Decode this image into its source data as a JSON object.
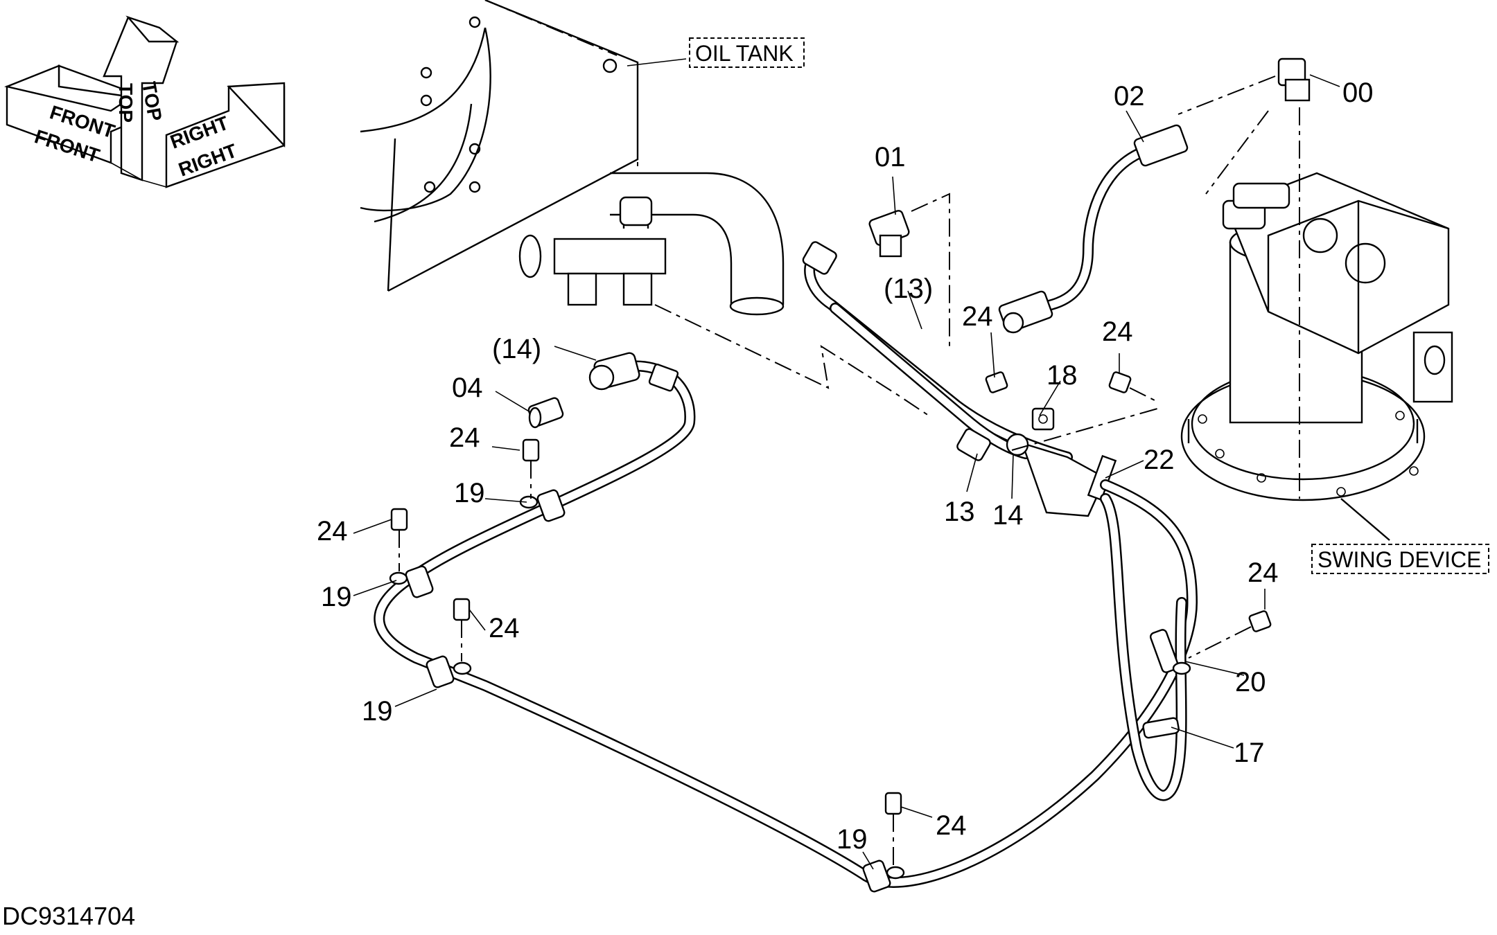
{
  "diagram": {
    "doc_id": "DC9314704",
    "orientation": {
      "front": "FRONT",
      "top": "TOP",
      "right": "RIGHT"
    },
    "boxed_labels": {
      "oil_tank": "OIL TANK",
      "swing_device": "SWING DEVICE"
    },
    "callouts": [
      {
        "id": "c00",
        "text": "00"
      },
      {
        "id": "c01",
        "text": "01"
      },
      {
        "id": "c02",
        "text": "02"
      },
      {
        "id": "c04",
        "text": "04"
      },
      {
        "id": "c13p",
        "text": "(13)"
      },
      {
        "id": "c14p",
        "text": "(14)"
      },
      {
        "id": "c13",
        "text": "13"
      },
      {
        "id": "c14",
        "text": "14"
      },
      {
        "id": "c17",
        "text": "17"
      },
      {
        "id": "c18",
        "text": "18"
      },
      {
        "id": "c19a",
        "text": "19"
      },
      {
        "id": "c19b",
        "text": "19"
      },
      {
        "id": "c19c",
        "text": "19"
      },
      {
        "id": "c19d",
        "text": "19"
      },
      {
        "id": "c20",
        "text": "20"
      },
      {
        "id": "c22",
        "text": "22"
      },
      {
        "id": "c24a",
        "text": "24"
      },
      {
        "id": "c24b",
        "text": "24"
      },
      {
        "id": "c24c",
        "text": "24"
      },
      {
        "id": "c24d",
        "text": "24"
      },
      {
        "id": "c24e",
        "text": "24"
      },
      {
        "id": "c24f",
        "text": "24"
      },
      {
        "id": "c24g",
        "text": "24"
      }
    ]
  }
}
